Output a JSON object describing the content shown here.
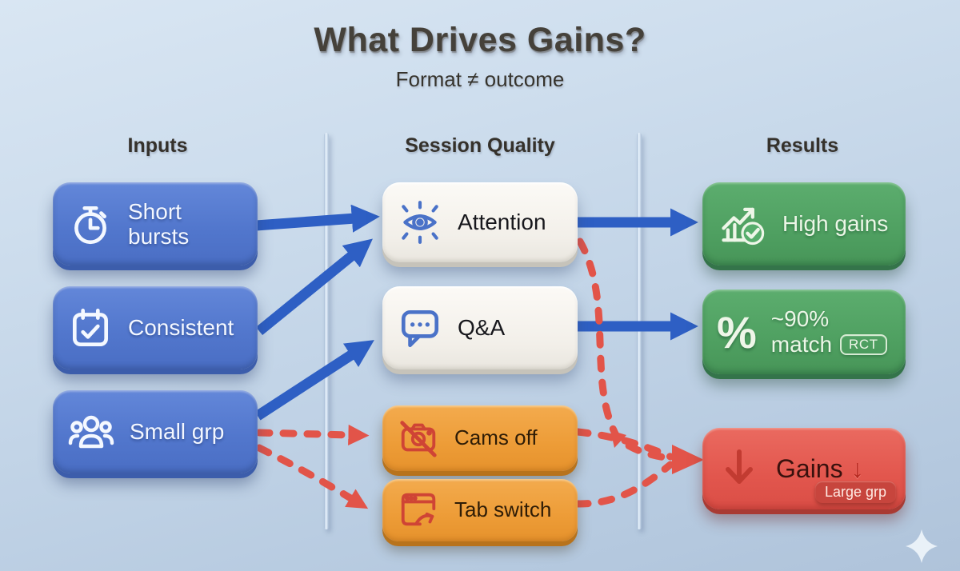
{
  "title": "What Drives Gains?",
  "subtitle": "Format ≠ outcome",
  "columns": {
    "inputs": "Inputs",
    "quality": "Session Quality",
    "results": "Results"
  },
  "inputs": [
    {
      "label": "Short bursts",
      "icon": "stopwatch-icon"
    },
    {
      "label": "Consistent",
      "icon": "calendar-check-icon"
    },
    {
      "label": "Small grp",
      "icon": "people-icon"
    }
  ],
  "quality": [
    {
      "label": "Attention",
      "icon": "eye-icon",
      "tone": "positive"
    },
    {
      "label": "Q&A",
      "icon": "chat-dots-icon",
      "tone": "positive"
    },
    {
      "label": "Cams off",
      "icon": "camera-off-icon",
      "tone": "negative"
    },
    {
      "label": "Tab switch",
      "icon": "tab-switch-icon",
      "tone": "negative"
    }
  ],
  "results": [
    {
      "label": "High gains",
      "icon": "trend-up-check-icon"
    },
    {
      "line1": "~90%",
      "line2": "match",
      "badge": "RCT",
      "icon": "percent-icon"
    },
    {
      "label": "Gains",
      "arrow": "↓",
      "badge": "Large grp",
      "icon": "down-arrow-icon"
    }
  ],
  "colors": {
    "background": "#c2d4e7",
    "input_blue": "#5277cd",
    "quality_white": "#f2efe9",
    "quality_orange": "#ed9c37",
    "result_green": "#4fa061",
    "result_red": "#e2564d",
    "arrow_blue": "#2e5fc4",
    "arrow_red_dashed": "#e25449"
  }
}
